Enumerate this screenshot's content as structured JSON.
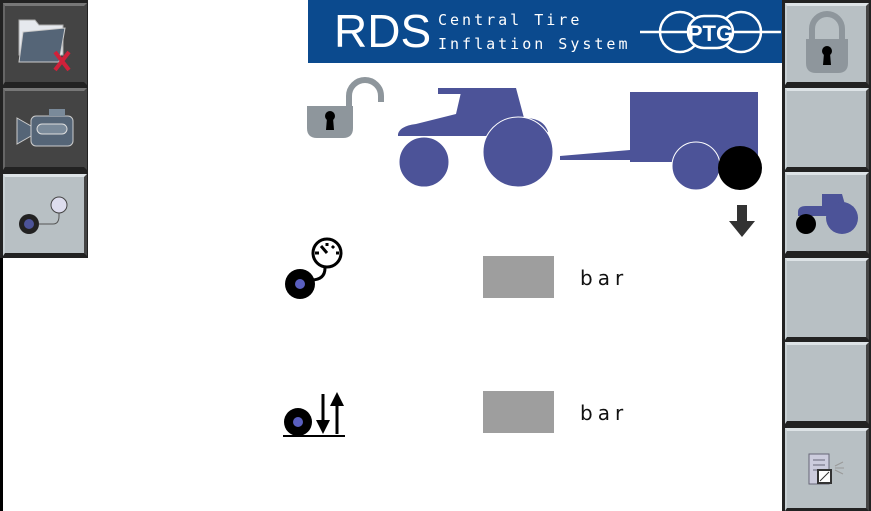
{
  "header": {
    "brand": "RDS",
    "subtitle_line1": "Central  Tire",
    "subtitle_line2": "Inflation System",
    "logo": "PTG"
  },
  "left_buttons": [
    {
      "icon": "folder-delete-icon"
    },
    {
      "icon": "camera-icon"
    },
    {
      "icon": "tire-pressure-gauge-icon"
    }
  ],
  "right_buttons": [
    {
      "icon": "lock-icon"
    },
    {
      "icon": ""
    },
    {
      "icon": "tractor-icon"
    },
    {
      "icon": ""
    },
    {
      "icon": ""
    },
    {
      "icon": "settings-document-icon"
    }
  ],
  "colors": {
    "vehicle": "#4c5398",
    "banner": "#0b4a8e",
    "selected_wheel": "#000000"
  },
  "rows": [
    {
      "icon": "tire-pressure-icon",
      "value": "",
      "unit": "bar"
    },
    {
      "icon": "tire-height-icon",
      "value": "",
      "unit": "bar"
    }
  ]
}
